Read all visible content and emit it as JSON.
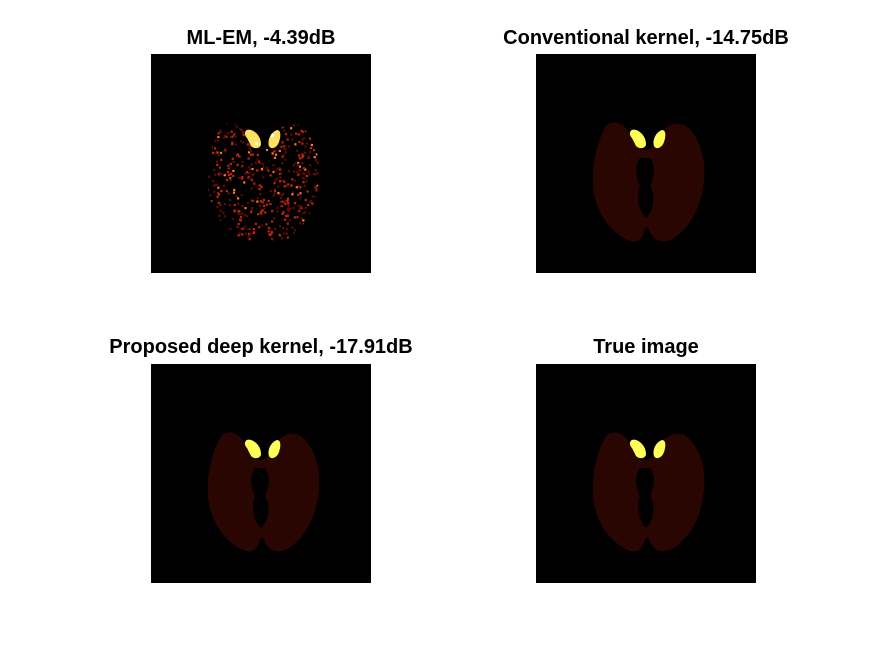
{
  "figure": {
    "panels": [
      {
        "id": "ml-em",
        "title": "ML-EM, -4.39dB",
        "style": "noisy"
      },
      {
        "id": "conventional-kernel",
        "title": "Conventional kernel, -14.75dB",
        "style": "smooth"
      },
      {
        "id": "proposed-deep-kernel",
        "title": "Proposed deep kernel, -17.91dB",
        "style": "smooth"
      },
      {
        "id": "true-image",
        "title": "True image",
        "style": "smooth"
      }
    ],
    "colors": {
      "background": "#000000",
      "brain_tissue": "#2a0603",
      "hot_spot": "#ffff55",
      "noise_red": "#c0240e",
      "noise_orange": "#ff7a1a"
    },
    "colormap": "hot"
  }
}
